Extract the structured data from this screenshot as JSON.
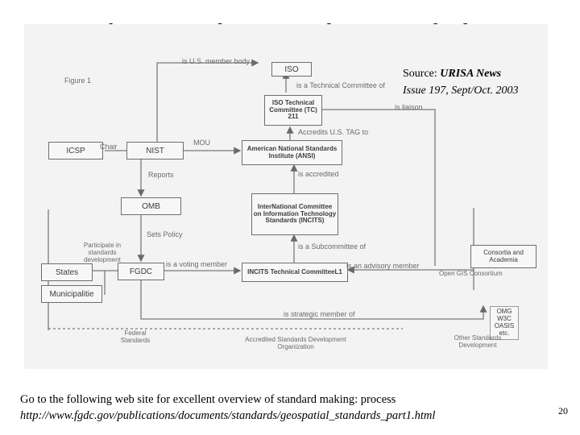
{
  "title": {
    "pre": "The Process for Setting ",
    "em": "de jure",
    "post": " standards!"
  },
  "source": {
    "label": "Source: ",
    "publication": "URISA News",
    "issue": "Issue 197,  Sept/Oct. 2003"
  },
  "diagram": {
    "figure_label": "Figure 1",
    "boxes": {
      "iso": "ISO",
      "iso_tc": "ISO Technical Committee (TC) 211",
      "ansi": "American National Standards Institute (ANSI)",
      "icsp": "ICSP",
      "nist": "NIST",
      "omb": "OMB",
      "incits": "InterNational Committee on Information Technology Standards (INCITS)",
      "states": "States",
      "municipalities": "Municipalitie",
      "fgdc": "FGDC",
      "incits_l1": "INCITS Technical CommitteeL1",
      "consortia": "Consortia and Academia",
      "omg_list": "OMG W3C OASIS etc."
    },
    "labels": {
      "is_us_member_body": "is U.S. member body",
      "is_tc_of": "is a Technical Committee of",
      "is_liaison": "is liaison",
      "accredits_tag": "Accredits U.S. TAG to",
      "chair": "Chair",
      "mou": "MOU",
      "reports": "Reports",
      "is_accredited": "is accredited",
      "sets_policy": "Sets Policy",
      "participate": "Participate in standards development",
      "is_subcommittee_of": "is a Subcommittee of",
      "is_voting_member": "is a voting member",
      "is_advisory_member": "is an advisory member",
      "open_gis": "Open GIS Consortium",
      "is_strategic_member": "is strategic member of",
      "federal_standards": "Federal Standards",
      "accredited_sdo": "Accredited Standards Development Organization",
      "other_standards_dev": "Other Standards Development"
    }
  },
  "footer": {
    "line1": "Go to the following web site for excellent overview of standard making: process",
    "url": "http://www.fgdc.gov/publications/documents/standards/geospatial_standards_part1.html"
  },
  "page_number": "20"
}
